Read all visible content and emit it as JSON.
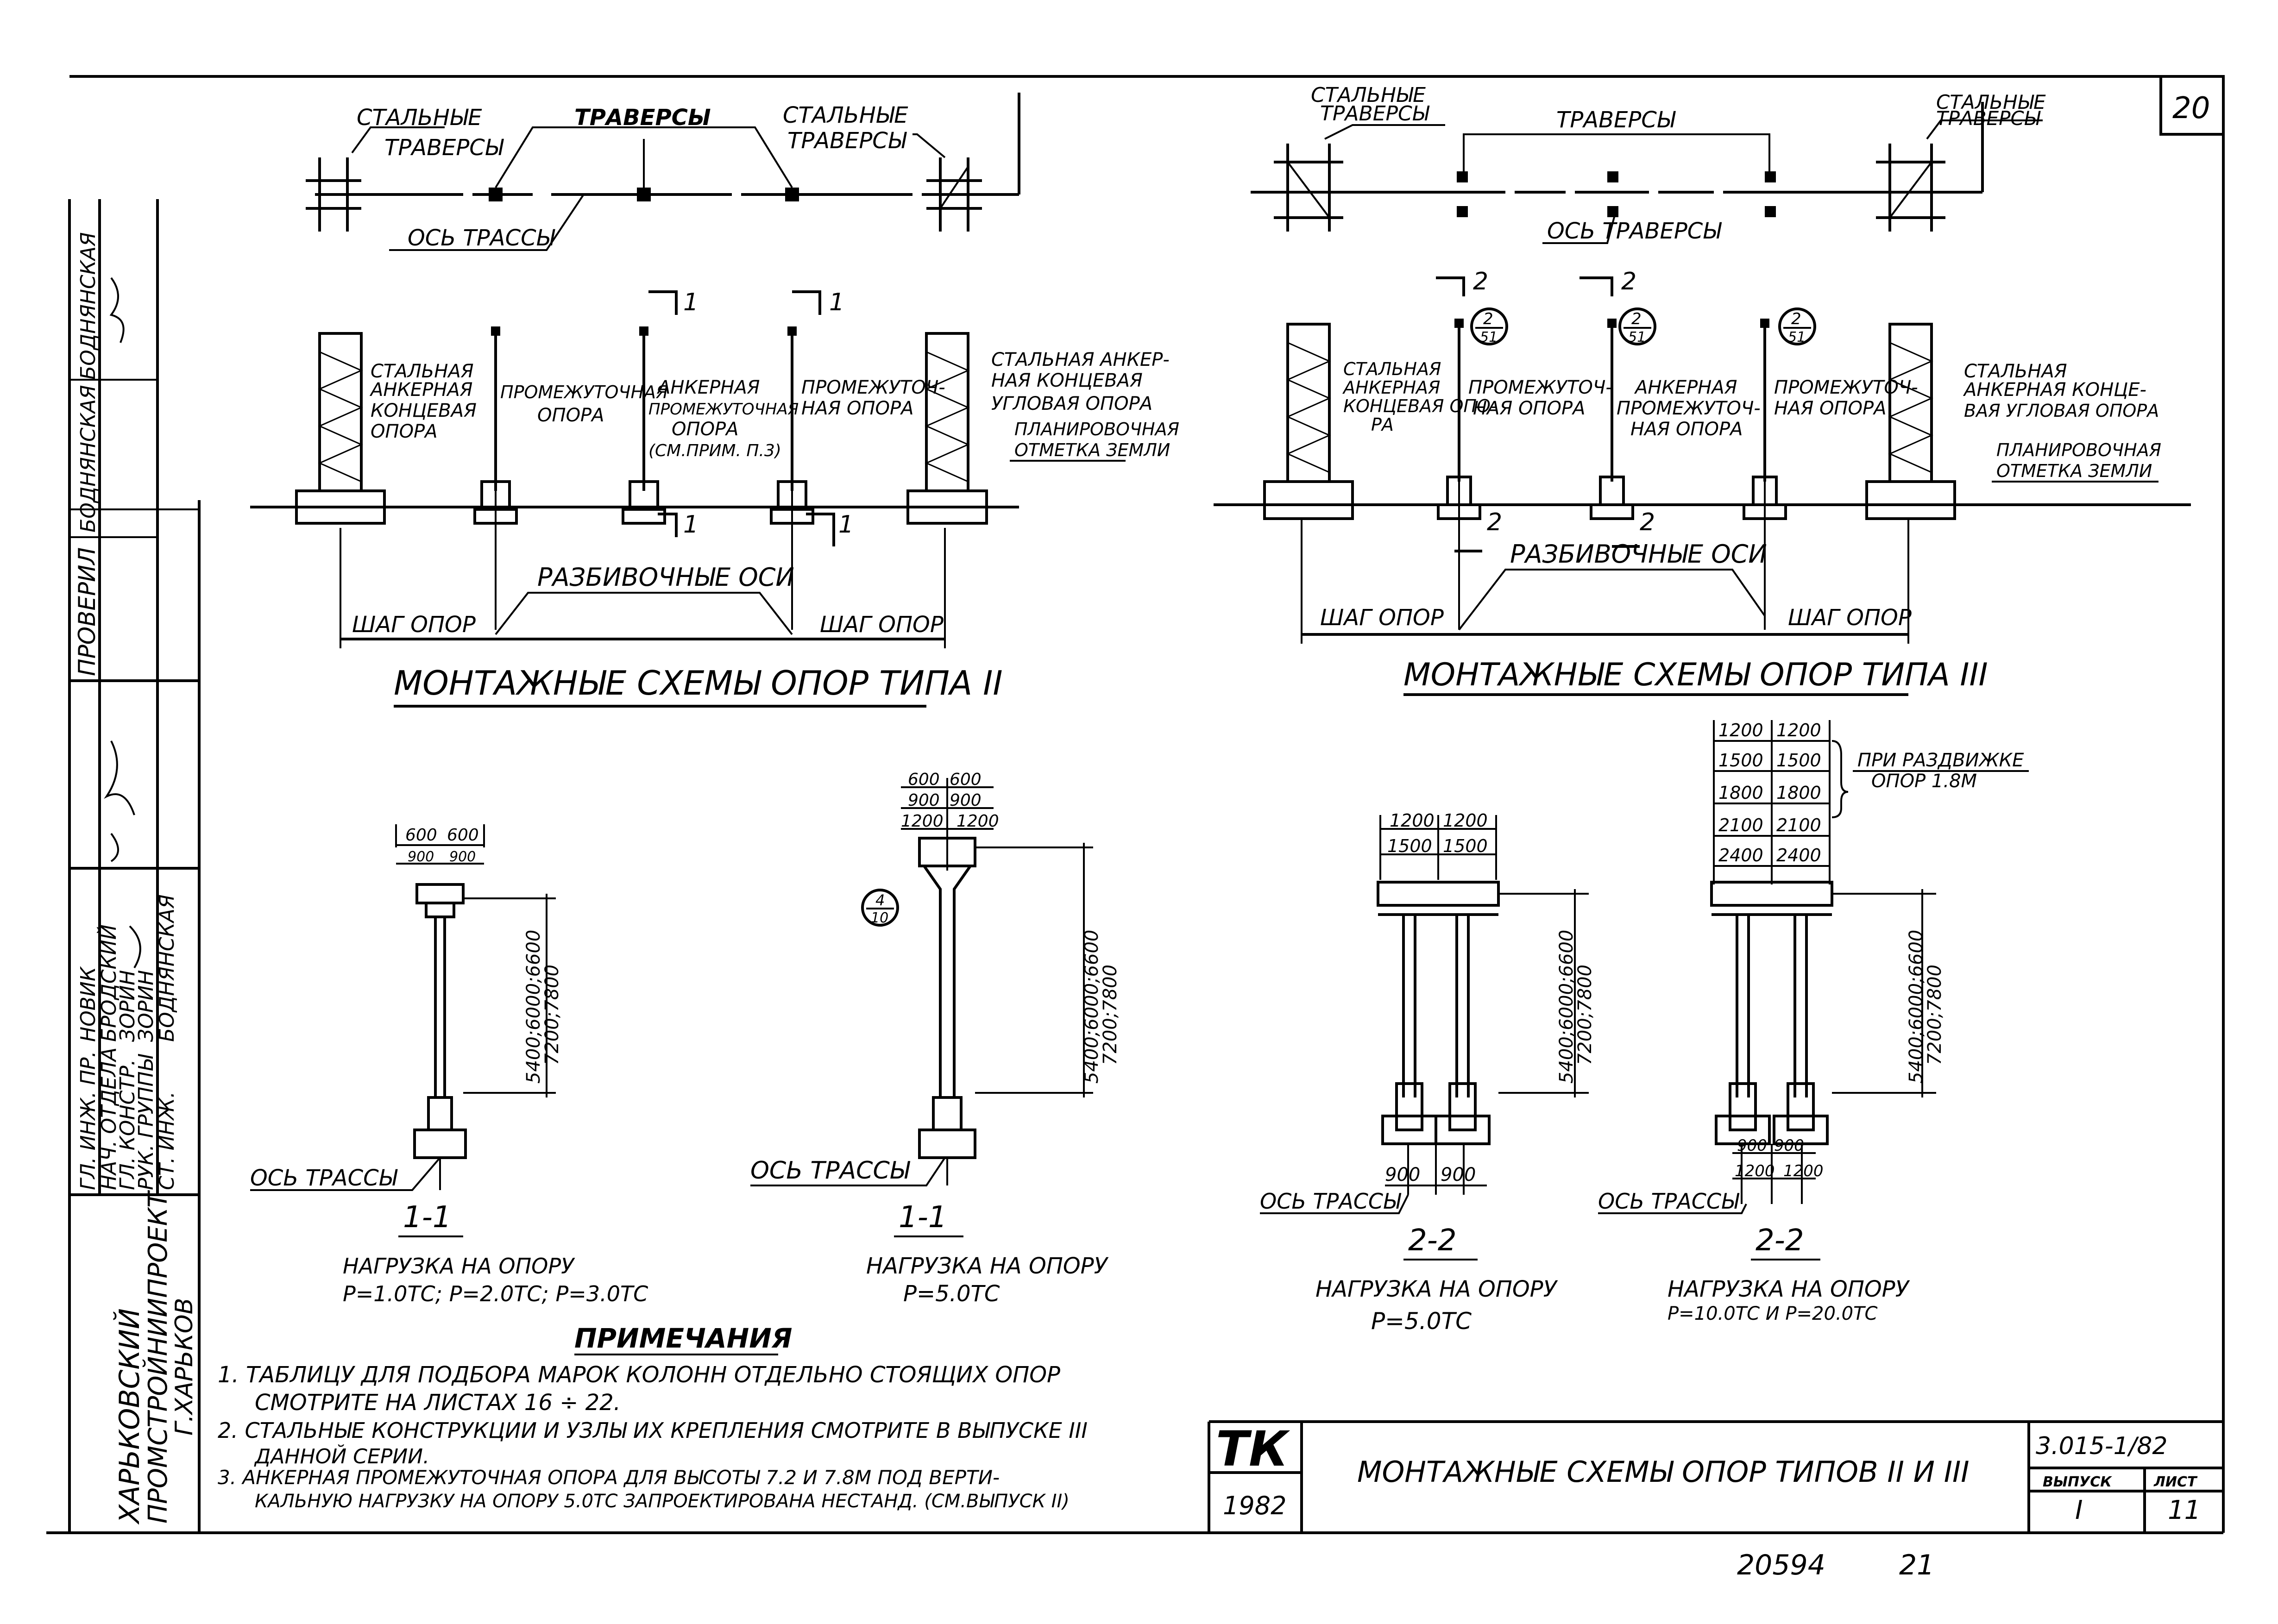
{
  "sheet": {
    "sheet_no": "20",
    "bottom_numbers": [
      "20594",
      "21"
    ]
  },
  "stamp": {
    "org": [
      "ХАРЬКОВСКИЙ",
      "ПРОМСТРОЙНИИПРОЕКТ",
      "Г.ХАРЬКОВ"
    ],
    "roles": [
      "ГЛ. ИНЖ. ПР.",
      "НАЧ. ОТДЕЛА",
      "ГЛ. КОНСТР.",
      "РУК. ГРУППЫ",
      "СТ. ИНЖ."
    ],
    "names": [
      "НОВИК",
      "БРОДСКИЙ",
      "ЗОРИН",
      "ЗОРИН",
      "БОДНЯНСКАЯ"
    ],
    "upper_roles": [
      "ПРОВЕРИЛ"
    ],
    "upper_names": [
      "БОДНЯНСКАЯ",
      "БОДНЯНСКАЯ"
    ]
  },
  "left_scheme": {
    "plan_labels": [
      "СТАЛЬНЫЕ",
      "ТРАВЕРСЫ",
      "ТРАВЕРСЫ",
      "СТАЛЬНЫЕ",
      "ТРАВЕРСЫ",
      "ОСЬ ТРАССЫ"
    ],
    "elev_labels": [
      [
        "СТАЛЬНАЯ",
        "АНКЕРНАЯ",
        "КОНЦЕВАЯ",
        "ОПОРА"
      ],
      [
        "ПРОМЕЖУТОЧНАЯ",
        "ОПОРА"
      ],
      [
        "АНКЕРНАЯ",
        "ПРОМЕЖУТОЧНАЯ",
        "ОПОРА",
        "(СМ.ПРИМ. П.3)"
      ],
      [
        "ПРОМЕЖУТОЧ-",
        "НАЯ ОПОРА"
      ],
      [
        "СТАЛЬНАЯ АНКЕР-",
        "НАЯ КОНЦЕВАЯ",
        "УГЛОВАЯ ОПОРА"
      ],
      [
        "ПЛАНИРОВОЧНАЯ",
        "ОТМЕТКА ЗЕМЛИ"
      ]
    ],
    "section_marks": [
      "1",
      "1",
      "1",
      "1"
    ],
    "axes_label": "РАЗБИВОЧНЫЕ ОСИ",
    "step_label": "ШАГ ОПОР",
    "title": "МОНТАЖНЫЕ СХЕМЫ ОПОР ТИПА II"
  },
  "right_scheme": {
    "plan_labels": [
      "СТАЛЬНЫЕ",
      "ТРАВЕРСЫ",
      "ТРАВЕРСЫ",
      "СТАЛЬНЫЕ",
      "ТРАВЕРСЫ",
      "ОСЬ ТРАВЕРСЫ"
    ],
    "elev_labels": [
      [
        "СТАЛЬНАЯ",
        "АНКЕРНАЯ",
        "КОНЦЕВАЯ ОПО-",
        "РА"
      ],
      [
        "ПРОМЕЖУТОЧ-",
        "НАЯ ОПОРА"
      ],
      [
        "АНКЕРНАЯ",
        "ПРОМЕЖУТОЧ-",
        "НАЯ ОПОРА"
      ],
      [
        "ПРОМЕЖУТОЧ-",
        "НАЯ ОПОРА"
      ],
      [
        "СТАЛЬНАЯ",
        "АНКЕРНАЯ КОНЦЕ-",
        "ВАЯ УГЛОВАЯ ОПОРА"
      ],
      [
        "ПЛАНИРОВОЧНАЯ",
        "ОТМЕТКА ЗЕМЛИ"
      ]
    ],
    "callout": [
      "2",
      "51"
    ],
    "section_marks": [
      "2",
      "2",
      "2",
      "2"
    ],
    "axes_label": "РАЗБИВОЧНЫЕ ОСИ",
    "step_label": "ШАГ ОПОР",
    "title": "МОНТАЖНЫЕ СХЕМЫ ОПОР ТИПА III"
  },
  "sections": [
    {
      "dims_top": [
        "600",
        "600",
        "900",
        "900"
      ],
      "height": [
        "5400;6000;6600",
        "7200;7800"
      ],
      "axis": "ОСЬ ТРАССЫ",
      "mark": "1-1",
      "load": [
        "НАГРУЗКА НА ОПОРУ",
        "Р=1.0ТС; Р=2.0ТС; Р=3.0ТС"
      ]
    },
    {
      "dims_top": [
        "600",
        "600",
        "900",
        "900",
        "1200",
        "1200"
      ],
      "callout": [
        "4",
        "10"
      ],
      "height": [
        "5400;6000;6600",
        "7200;7800"
      ],
      "axis": "ОСЬ ТРАССЫ",
      "mark": "1-1",
      "load": [
        "НАГРУЗКА НА ОПОРУ",
        "Р=5.0ТС"
      ]
    },
    {
      "dims_top": [
        "1200",
        "1200",
        "1500",
        "1500"
      ],
      "dims_bottom": [
        "900",
        "900"
      ],
      "height": [
        "5400;6000;6600",
        "7200;7800"
      ],
      "axis": "ОСЬ ТРАССЫ",
      "mark": "2-2",
      "load": [
        "НАГРУЗКА НА ОПОРУ",
        "Р=5.0ТС"
      ]
    },
    {
      "dims_top": [
        "1200",
        "1200",
        "1500",
        "1500",
        "1800",
        "1800",
        "2100",
        "2100",
        "2400",
        "2400"
      ],
      "bracket_note": [
        "ПРИ РАЗДВИЖКЕ",
        "ОПОР 1.8М"
      ],
      "dims_bottom": [
        "900",
        "900",
        "1200",
        "1200"
      ],
      "height": [
        "5400;6000;6600",
        "7200;7800"
      ],
      "axis": "ОСЬ ТРАССЫ",
      "mark": "2-2",
      "load": [
        "НАГРУЗКА НА ОПОРУ",
        "Р=10.0ТС И Р=20.0ТС"
      ]
    }
  ],
  "notes": {
    "title": "ПРИМЕЧАНИЯ",
    "items": [
      "1. ТАБЛИЦУ ДЛЯ ПОДБОРА МАРОК КОЛОНН ОТДЕЛЬНО СТОЯЩИХ ОПОР",
      "СМОТРИТЕ НА ЛИСТАХ 16 ÷ 22.",
      "2. СТАЛЬНЫЕ КОНСТРУКЦИИ И УЗЛЫ ИХ КРЕПЛЕНИЯ СМОТРИТЕ В ВЫПУСКЕ III",
      "ДАННОЙ СЕРИИ.",
      "3. АНКЕРНАЯ ПРОМЕЖУТОЧНАЯ ОПОРА ДЛЯ ВЫСОТЫ 7.2 И 7.8М ПОД ВЕРТИ-",
      "КАЛЬНУЮ НАГРУЗКУ НА ОПОРУ 5.0ТС ЗАПРОЕКТИРОВАНА НЕСТАНД. (СМ.ВЫПУСК II)"
    ]
  },
  "titleblock": {
    "tk": "ТК",
    "year": "1982",
    "title": "МОНТАЖНЫЕ СХЕМЫ ОПОР ТИПОВ II И III",
    "code": "3.015-1/82",
    "vyp_label": "ВЫПУСК",
    "list_label": "ЛИСТ",
    "vyp": "I",
    "list": "11"
  }
}
